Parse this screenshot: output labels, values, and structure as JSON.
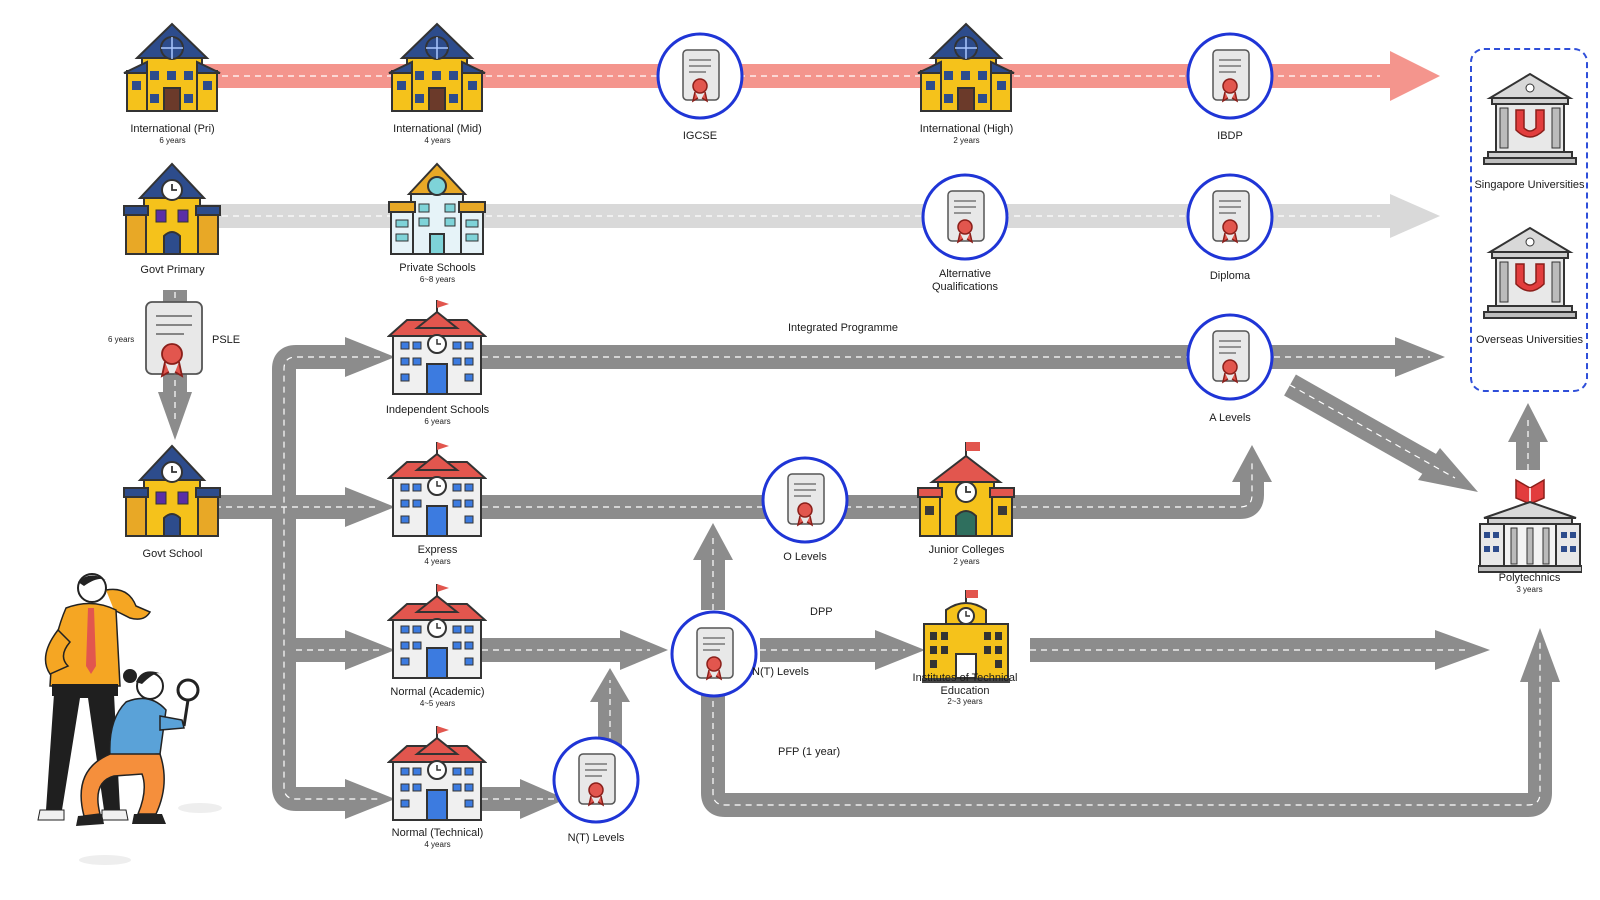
{
  "nodes": {
    "intl_pri": {
      "name": "International (Pri)",
      "sub": "6 years"
    },
    "intl_mid": {
      "name": "International (Mid)",
      "sub": "4 years"
    },
    "igcse": {
      "name": "IGCSE",
      "sub": ""
    },
    "intl_high": {
      "name": "International (High)",
      "sub": "2 years"
    },
    "ibdp": {
      "name": "IBDP",
      "sub": ""
    },
    "govt_primary": {
      "name": "Govt Primary",
      "sub": ""
    },
    "private_schools": {
      "name": "Private Schools",
      "sub": "6~8 years"
    },
    "alt_quals": {
      "name": "Alternative Qualifications",
      "sub": ""
    },
    "diploma": {
      "name": "Diploma",
      "sub": ""
    },
    "independent": {
      "name": "Independent Schools",
      "sub": "6 years"
    },
    "a_levels": {
      "name": "A Levels",
      "sub": ""
    },
    "govt_school": {
      "name": "Govt School",
      "sub": ""
    },
    "express": {
      "name": "Express",
      "sub": "4 years"
    },
    "o_levels": {
      "name": "O Levels",
      "sub": ""
    },
    "junior_colleges": {
      "name": "Junior Colleges",
      "sub": "2 years"
    },
    "normal_academic": {
      "name": "Normal (Academic)",
      "sub": "4~5 years"
    },
    "nt_levels_mid": {
      "name": "N(T) Levels",
      "sub": ""
    },
    "ite": {
      "name": "Institutes of Technical Education",
      "sub": "2~3 years"
    },
    "normal_technical": {
      "name": "Normal (Technical)",
      "sub": "4 years"
    },
    "nt_levels_low": {
      "name": "N(T) Levels",
      "sub": ""
    },
    "sg_unis": {
      "name": "Singapore Universities",
      "sub": ""
    },
    "overseas_unis": {
      "name": "Overseas Universities",
      "sub": ""
    },
    "polytechnics": {
      "name": "Polytechnics",
      "sub": "3 years"
    }
  },
  "edge_labels": {
    "psle": "PSLE",
    "psle_years": "6 years",
    "integrated_programme": "Integrated Programme",
    "dpp": "DPP",
    "pfp": "PFP (1 year)"
  },
  "colors": {
    "intl_track": "#f4958d",
    "private_track": "#d9d9d9",
    "main_track": "#8c8c8c",
    "cert_ring": "#1f35d6",
    "uni_box_border": "#2f4fd9",
    "school_yellow": "#f5c21b",
    "school_red_roof": "#e2564e",
    "school_blue": "#3c7be0"
  },
  "icons": {
    "international_school": "globe-school-icon",
    "govt_school": "clock-school-icon",
    "private_school": "private-school-icon",
    "secondary_school": "flag-school-icon",
    "certificate": "certificate-icon",
    "university": "university-icon",
    "polytechnic": "polytechnic-icon",
    "people": "people-searching-illustration"
  }
}
